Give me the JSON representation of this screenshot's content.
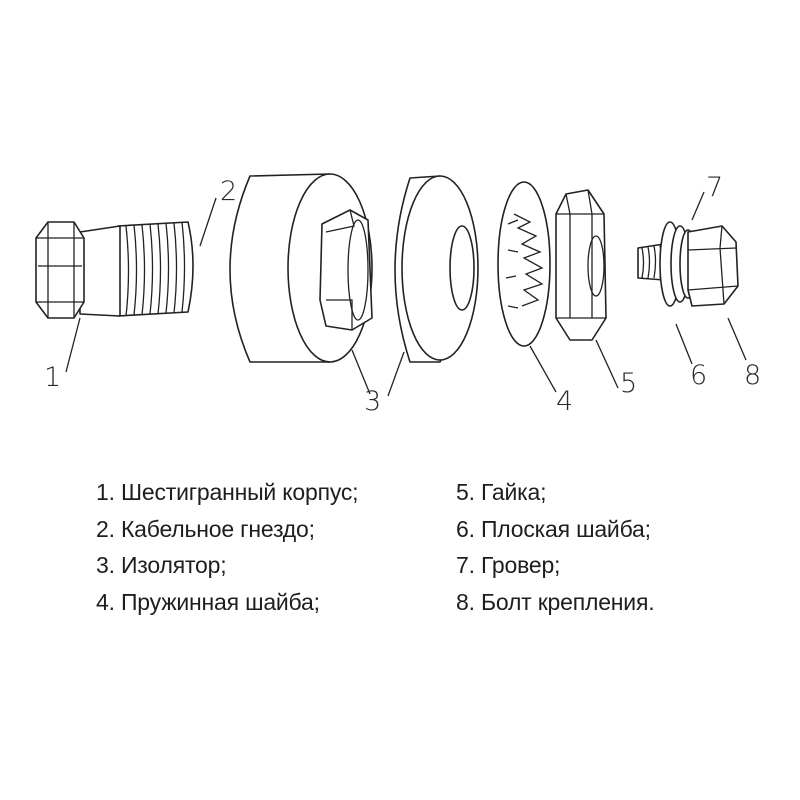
{
  "callouts": {
    "c1": "1",
    "c2": "2",
    "c3": "3",
    "c4": "4",
    "c5": "5",
    "c6": "6",
    "c7": "7",
    "c8": "8"
  },
  "legend": {
    "left": [
      "1. Шестигранный корпус;",
      "2. Кабельное гнездо;",
      "3. Изолятор;",
      "4. Пружинная шайба;"
    ],
    "right": [
      "5.  Гайка;",
      "6.  Плоская шайба;",
      "7.  Гровер;",
      "8.  Болт крепления."
    ]
  }
}
